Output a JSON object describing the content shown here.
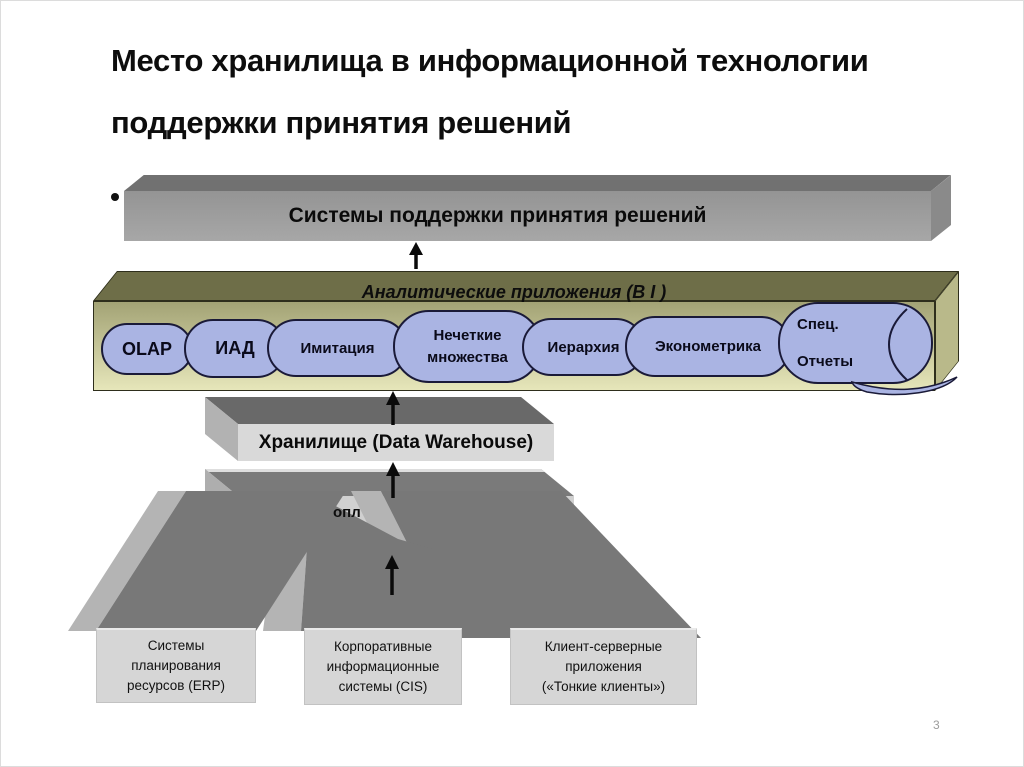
{
  "slide": {
    "title_line1": "Место хранилища в информационной технологии",
    "title_line2": "поддержки принятия решений",
    "page_number": "3"
  },
  "diagram": {
    "dss_bar": {
      "label": "Системы поддержки принятия решений"
    },
    "analytics": {
      "label": "Аналитические приложения (B I )",
      "tools": [
        {
          "label": "OLAP"
        },
        {
          "label": "ИАД"
        },
        {
          "label": "Имитация"
        },
        {
          "line1": "Нечеткие",
          "line2": "множества"
        },
        {
          "label": "Иерархия"
        },
        {
          "label": "Эконометрика"
        },
        {
          "line1": "Спец.",
          "line2": "Отчеты"
        }
      ]
    },
    "warehouse": {
      "label": "Хранилище (Data Warehouse)"
    },
    "staging": {
      "visible_fragment": "опл"
    },
    "sources": [
      {
        "line1": "Системы",
        "line2": "планирования",
        "line3": "ресурсов (ERP)"
      },
      {
        "line1": "Корпоративные",
        "line2": "информационные",
        "line3": "системы (CIS)"
      },
      {
        "line1": "Клиент-серверные",
        "line2": "приложения",
        "line3": "(«Тонкие клиенты»)"
      }
    ]
  },
  "colors": {
    "olive_top": "#6e6e48",
    "olive_front_light": "#e6e6ba",
    "olive_side": "#b9b98a",
    "scroll_fill": "#aab4e3",
    "scroll_outline": "#1a1a38",
    "bar_gray": "#9c9c9c",
    "dark_face": "#6f6f6f",
    "light_face": "#d8d8d8",
    "prism_dark": "#787878",
    "prism_light": "#b4b4b4"
  }
}
